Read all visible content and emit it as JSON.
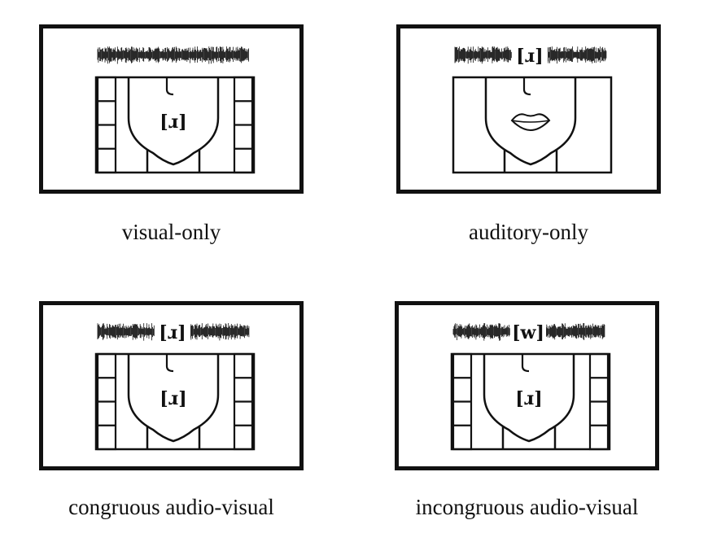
{
  "panels": [
    {
      "caption": "visual-only",
      "audio_label": "",
      "video_label": "[ɹ]",
      "face_mode": "occluded"
    },
    {
      "caption": "auditory-only",
      "audio_label": "[ɹ]",
      "video_label": "",
      "face_mode": "lips"
    },
    {
      "caption": "congruous audio-visual",
      "audio_label": "[ɹ]",
      "video_label": "[ɹ]",
      "face_mode": "occluded"
    },
    {
      "caption": "incongruous audio-visual",
      "audio_label": "[w]",
      "video_label": "[ɹ]",
      "face_mode": "occluded"
    }
  ],
  "colors": {
    "ink": "#111111",
    "background": "#ffffff"
  }
}
